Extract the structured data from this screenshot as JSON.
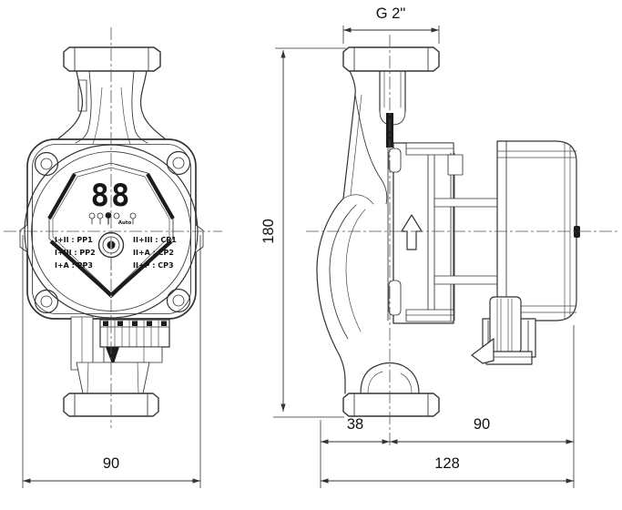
{
  "front_view": {
    "display_value": "88",
    "auto_label": "Auto",
    "mode_labels_left": [
      "I+II : PP1",
      "I+III : PP2",
      "I+A : PP3"
    ],
    "mode_labels_right": [
      "II+III : CP1",
      "II+A : CP2",
      "II+P : CP3"
    ],
    "width_dim": "90"
  },
  "side_view": {
    "connection_dim": "G 2\"",
    "height_dim": "180",
    "offset_dim": "38",
    "body_dim": "90",
    "overall_dim": "128"
  },
  "colors": {
    "line": "#333333",
    "text": "#111111",
    "background": "#ffffff"
  }
}
